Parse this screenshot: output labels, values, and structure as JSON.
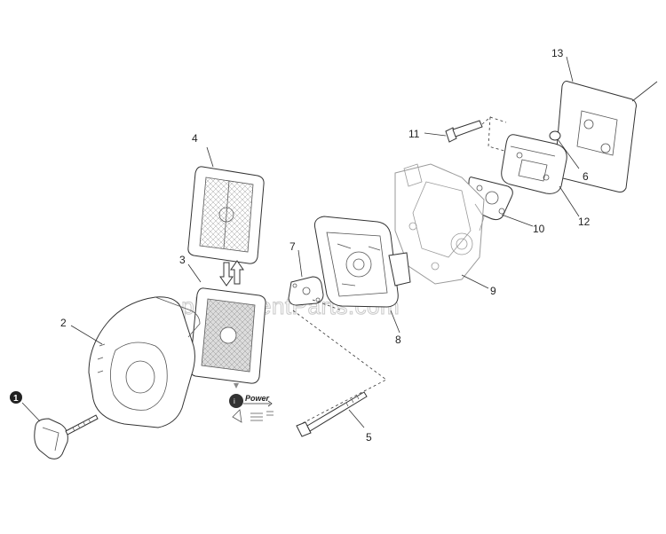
{
  "callouts": [
    {
      "id": "1",
      "label": "1",
      "style": "filled-circle"
    },
    {
      "id": "2",
      "label": "2"
    },
    {
      "id": "3",
      "label": "3"
    },
    {
      "id": "4",
      "label": "4"
    },
    {
      "id": "5",
      "label": "5"
    },
    {
      "id": "6",
      "label": "6"
    },
    {
      "id": "7",
      "label": "7"
    },
    {
      "id": "8",
      "label": "8"
    },
    {
      "id": "9",
      "label": "9"
    },
    {
      "id": "10",
      "label": "10"
    },
    {
      "id": "11",
      "label": "11"
    },
    {
      "id": "12",
      "label": "12"
    },
    {
      "id": "13",
      "label": "13"
    }
  ],
  "watermark": "eReplacementParts.com",
  "logo": {
    "badge": "i",
    "text": "Power"
  },
  "colors": {
    "line": "#333333",
    "watermark": "#c9c9c9",
    "background": "#ffffff"
  }
}
